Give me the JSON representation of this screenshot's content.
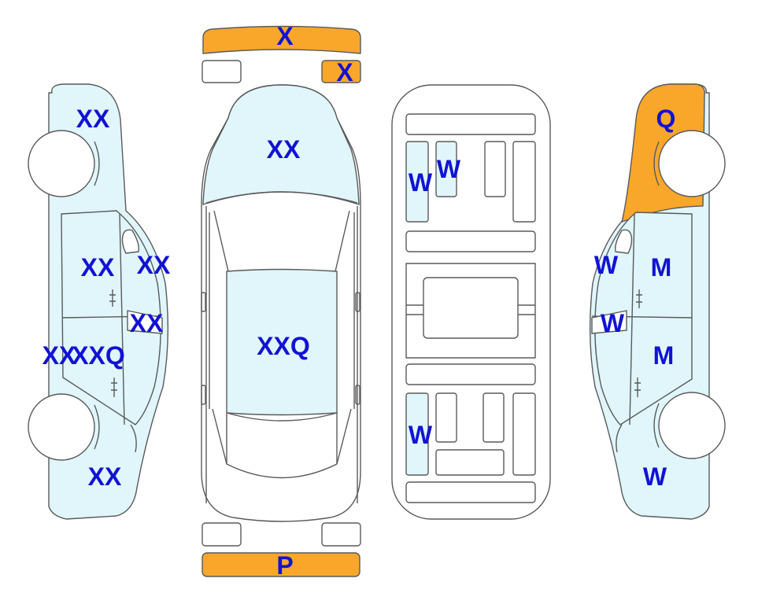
{
  "colors": {
    "outline": "#5a5a5a",
    "panel": "#e0f6fb",
    "highlight": "#f8a72a",
    "label": "#1212d4",
    "background": "#ffffff"
  },
  "labels": {
    "front_bumper": "X",
    "front_right_lamp": "X",
    "left_front_fender": "XX",
    "left_front_door": "XX",
    "left_front_window": "XX",
    "left_rear_window": "XX",
    "left_sill": "XX",
    "left_rear_door": "XXQ",
    "left_rear_quarter": "XX",
    "hood": "XX",
    "roof": "XXQ",
    "floor_a": "W",
    "floor_b": "W",
    "floor_c": "W",
    "right_front_fender": "Q",
    "right_front_window": "W",
    "right_front_door": "M",
    "right_rear_window": "W",
    "right_rear_door": "M",
    "right_rear_quarter": "W",
    "rear_bumper": "P"
  }
}
